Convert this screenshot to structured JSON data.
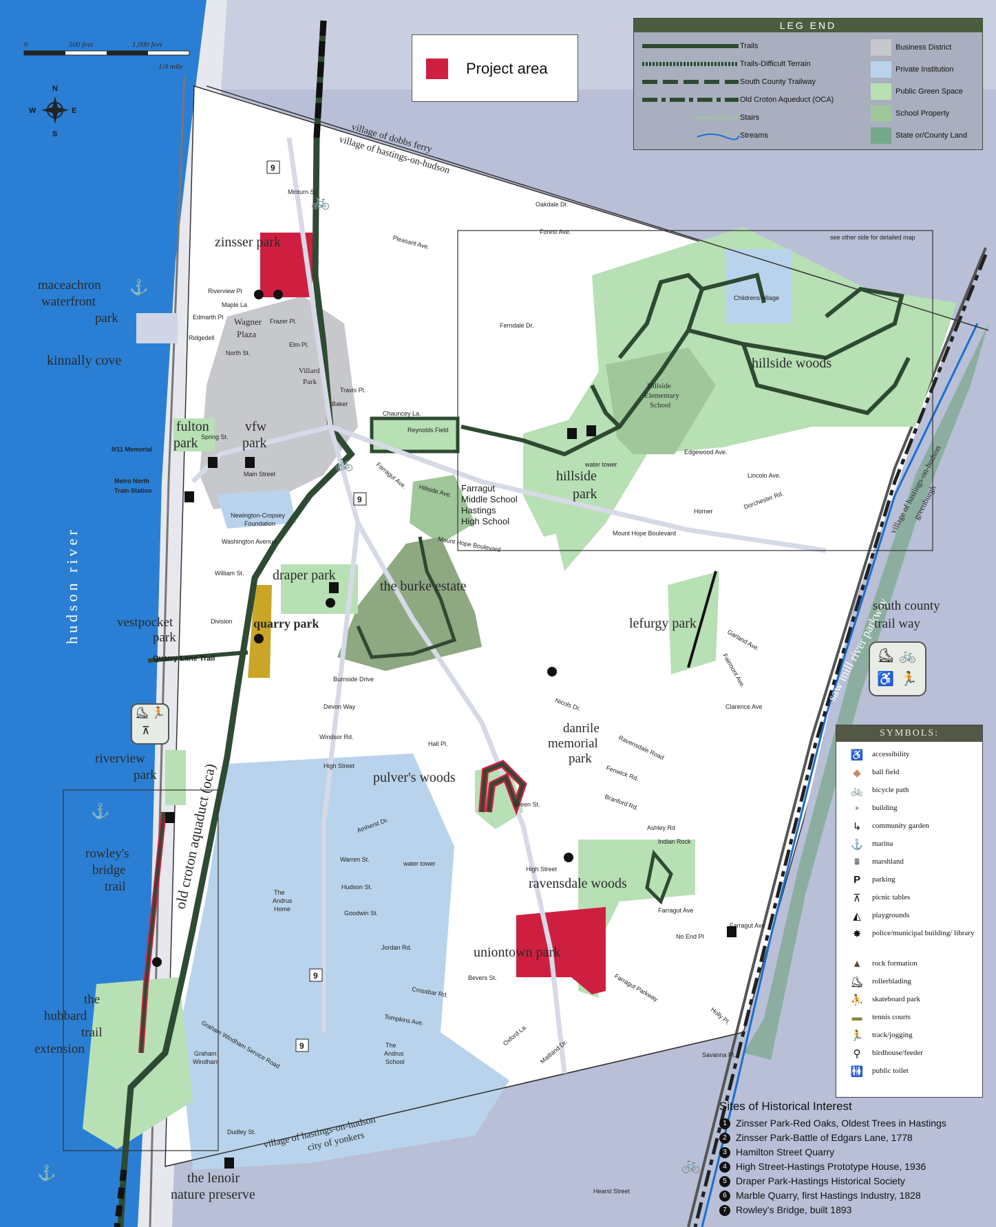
{
  "project_box": {
    "label": "Project area",
    "color": "#cf1f41"
  },
  "scale": {
    "t0": "0",
    "t1": "500 feet",
    "t2": "1,000 feet",
    "t3": "1/4 mile"
  },
  "compass": {
    "n": "N",
    "s": "S",
    "e": "E",
    "w": "W"
  },
  "legend": {
    "title": "LEG END",
    "lines": [
      "Trails",
      "Trails-Difficult Terrain",
      "South County Trailway",
      "Old Croton Aqueduct (OCA)",
      "Stairs",
      "Streams"
    ],
    "areas": [
      {
        "label": "Business District",
        "color": "#c6c8cc"
      },
      {
        "label": "Private Institution",
        "color": "#b9d3ec"
      },
      {
        "label": "Public Green Space",
        "color": "#b7e0b4"
      },
      {
        "label": "School Property",
        "color": "#9fc79a"
      },
      {
        "label": "State or/County Land",
        "color": "#77a78a"
      }
    ]
  },
  "places": {
    "zinsser": "zinsser park",
    "maceachron1": "maceachron",
    "maceachron2": "waterfront",
    "maceachron3": "park",
    "kinnally": "kinnally cove",
    "fulton1": "fulton",
    "fulton2": "park",
    "vfw1": "vfw",
    "vfw2": "park",
    "wagner1": "Wagner",
    "wagner2": "Plaza",
    "villard1": "Villard",
    "villard2": "Park",
    "hillside_woods": "hillside woods",
    "hillside_park1": "hillside",
    "hillside_park2": "park",
    "hillside_school1": "Hillside",
    "hillside_school2": "Elementary",
    "hillside_school3": "School",
    "childrens": "Childrens village",
    "reynolds": "Reynolds Field",
    "farragut1": "Farragut",
    "farragut2": "Middle School",
    "farragut3": "Hastings",
    "farragut4": "High School",
    "newington1": "Newington-Cropsey",
    "newington2": "Foundation",
    "draper": "draper park",
    "burke": "the burke estate",
    "quarry": "quarry park",
    "vestpocket1": "vestpocket",
    "vestpocket2": "park",
    "quarry_lane": "Quarry Lane Trail",
    "lefurgy": "lefurgy park",
    "danrile1": "danrile",
    "danrile2": "memorial",
    "danrile3": "park",
    "riverview1": "riverview",
    "riverview2": "park",
    "pulver": "pulver's woods",
    "ravensdale": "ravensdale woods",
    "uniontown": "uniontown park",
    "rowley1": "rowley's",
    "rowley2": "bridge",
    "rowley3": "trail",
    "hubbard1": "the",
    "hubbard2": "hubbard",
    "hubbard3": "trail",
    "hubbard4": "extension",
    "oca": "old croton aquaduct (oca)",
    "andrus_home1": "The",
    "andrus_home2": "Andrus",
    "andrus_home3": "Home",
    "andrus_school1": "The",
    "andrus_school2": "Andrus",
    "andrus_school3": "School",
    "graham1": "Graham",
    "graham2": "Windham",
    "lenoir1": "the lenoir",
    "lenoir2": "nature preserve",
    "hudson": "hudson river",
    "saw_mill": "saw mill river parkway",
    "sct1": "south county",
    "sct2": "trail way",
    "dobbs": "village of dobbs ferry",
    "hastings_top": "village of hastings-on-hudson",
    "hastings_bottom": "village of hastings-on-hudson",
    "yonkers": "city of yonkers",
    "hastings_east": "village of hastings-on-hudson",
    "greenburgh": "greenburgh",
    "memorial911": "9/11 Memorial",
    "metro1": "Metro North",
    "metro2": "Train Station",
    "water_tower": "water tower",
    "water_tower2": "water tower",
    "detail_note": "see other side for detailed map"
  },
  "streets": {
    "minturn": "Minturn St.",
    "riverview_pl": "Riverview Pl",
    "maple_la": "Maple La",
    "edmarth": "Edmarth Pl",
    "ridgedell": "Ridgedell",
    "frazer": "Frazer Pl.",
    "elm": "Elm Pl.",
    "north": "North St.",
    "pleasant": "Pleasant Ave.",
    "oakdale": "Oakdale Dr.",
    "forest": "Forest Ave.",
    "ferndale": "Ferndale Dr.",
    "travis": "Travis Pl.",
    "baker": "Baker",
    "chauncey": "Chauncey La.",
    "spring": "Spring St.",
    "main": "Main Street",
    "washington": "Washington Avenue",
    "william": "William St.",
    "division": "Division",
    "farragut_ave": "Farragut Ave.",
    "hillside_ave": "Hillside Ave.",
    "mount_hope": "Mount Hope Boulevard",
    "mount_hope2": "Mount Hope Boulevard",
    "edgewood": "Edgewood Ave.",
    "lincoln": "Lincoln Ave.",
    "horner": "Horner",
    "dorchester": "Dorchester Rd.",
    "garland": "Garland Ave.",
    "burnside": "Burnside Drive",
    "devon": "Devon Way",
    "windsor": "Windsor Rd.",
    "high": "High Street",
    "hall": "Hall Pl.",
    "amherst": "Amherst Dr.",
    "warren": "Warren St.",
    "hudson_st": "Hudson St.",
    "goodwin": "Goodwin St.",
    "jordan": "Jordan Rd.",
    "crossbar": "Crossbar Rd.",
    "tompkins": "Tompkins Ave.",
    "bevers": "Bevers St.",
    "oxford": "Oxford La.",
    "maitland": "Maitland Dr.",
    "high2": "High Street",
    "ashley": "Ashley Rd",
    "indian": "Indian Rock",
    "ferwick": "Fenwick Rd.",
    "branford": "Branford Rd.",
    "ravensdale_rd": "Ravensdale Road",
    "farragut_pkwy": "Farragut Parkway",
    "farragut_ave2": "Farragut Ave",
    "noend": "No End Pl",
    "holly": "Holly Pl.",
    "savanna": "Savanna Pl.",
    "hearst": "Hearst Street",
    "dudley": "Dudley St.",
    "graham_rd": "Graham Windham Service Road",
    "clarence": "Clarence Ave",
    "fairmont": "Fairmont Ave.",
    "nicols": "Nicols Dr.",
    "green": "Green St.",
    "farragut_ave3": "Farragut Ave"
  },
  "symbols": {
    "title": "SYMBOLS:",
    "items": [
      {
        "icon": "♿",
        "label": "accessibility"
      },
      {
        "icon": "◆",
        "label": "ball field"
      },
      {
        "icon": "🚲",
        "label": "bicycle path"
      },
      {
        "icon": "▪",
        "label": "building"
      },
      {
        "icon": "↳",
        "label": "community garden"
      },
      {
        "icon": "⚓",
        "label": "marina"
      },
      {
        "icon": "⩩",
        "label": "marshland"
      },
      {
        "icon": "P",
        "label": "parking"
      },
      {
        "icon": "⊼",
        "label": "picnic tables"
      },
      {
        "icon": "◭",
        "label": "playgrounds"
      },
      {
        "icon": "✸",
        "label": "police/municipal building/ library"
      },
      {
        "icon": "▲",
        "label": "rock formation"
      },
      {
        "icon": "⛸",
        "label": "rollerblading"
      },
      {
        "icon": "⛹",
        "label": "skateboard park"
      },
      {
        "icon": "▬",
        "label": "tennis courts"
      },
      {
        "icon": "🏃",
        "label": "track/jogging"
      },
      {
        "icon": "⚲",
        "label": "birdhouse/feeder"
      },
      {
        "icon": "🚻",
        "label": "public toilet"
      }
    ]
  },
  "historical": {
    "title": "Sites of Historical Interest",
    "items": [
      {
        "n": "1",
        "label": "Zinsser Park-Red Oaks, Oldest Trees in Hastings"
      },
      {
        "n": "2",
        "label": "Zinsser Park-Battle of Edgars Lane, 1778"
      },
      {
        "n": "3",
        "label": "Hamilton Street Quarry"
      },
      {
        "n": "4",
        "label": "High Street-Hastings Prototype House, 1936"
      },
      {
        "n": "5",
        "label": "Draper Park-Hastings Historical Society"
      },
      {
        "n": "6",
        "label": "Marble Quarry, first Hastings Industry, 1828"
      },
      {
        "n": "7",
        "label": "Rowley's Bridge, built 1893"
      }
    ]
  },
  "route_markers": [
    "9",
    "9",
    "9",
    "9"
  ],
  "colors": {
    "river": "#2a7fd4",
    "land": "#ffffff",
    "outside": "#b8bfd6",
    "green": "#b7e0b4",
    "school": "#9fc79a",
    "state": "#77a78a",
    "business": "#c6c8cc",
    "private": "#b9d3ec",
    "project": "#cf1f41",
    "trail": "#2e4a32"
  }
}
